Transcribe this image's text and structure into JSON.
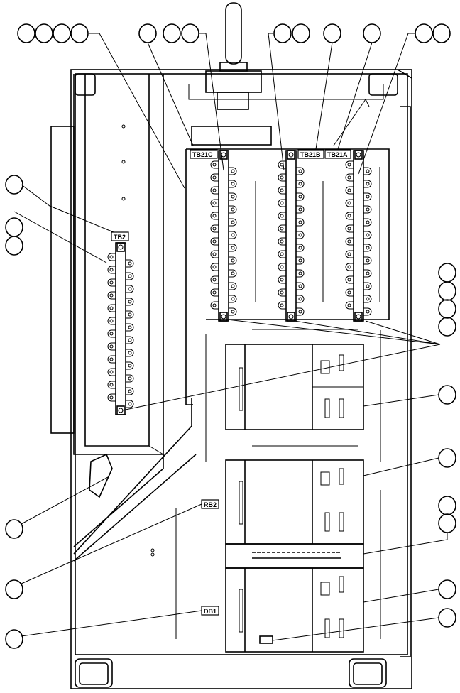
{
  "figure": {
    "labels": {
      "tb21c": "TB21C",
      "tb21b": "TB21B",
      "tb21a": "TB21A",
      "tb2": "TB2",
      "rb2": "RB2",
      "db1": "DB1"
    }
  }
}
